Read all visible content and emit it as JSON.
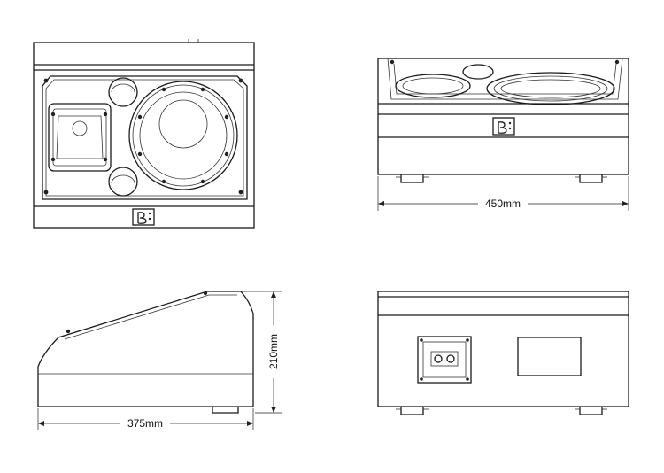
{
  "dimensions": {
    "width": "450mm",
    "depth": "375mm",
    "height": "210mm"
  },
  "icons": {
    "logo": "b-brand-logo-icon"
  },
  "colors": {
    "line": "#1a1a1a",
    "background": "#ffffff"
  }
}
